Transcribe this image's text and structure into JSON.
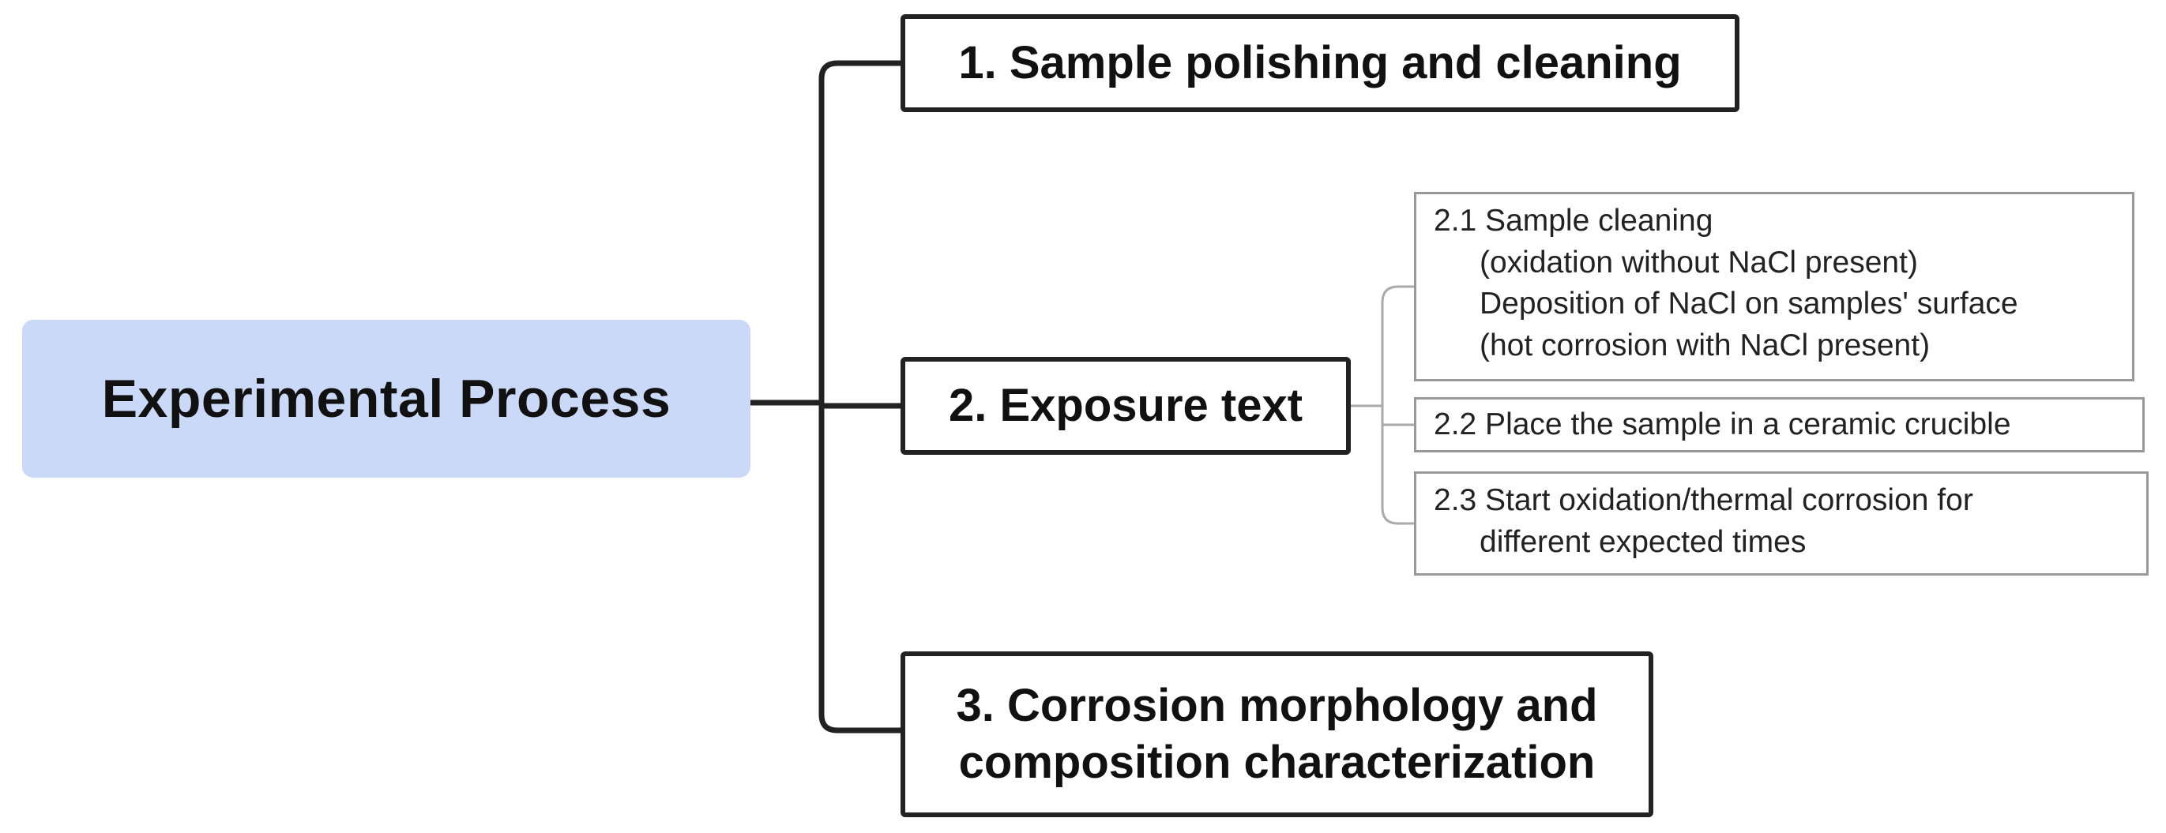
{
  "root": {
    "label": "Experimental Process"
  },
  "steps": [
    {
      "label": "1. Sample polishing and cleaning"
    },
    {
      "label": "2. Exposure text"
    },
    {
      "label_line1": "3. Corrosion morphology and",
      "label_line2": "composition characterization"
    }
  ],
  "substeps": [
    {
      "lines": [
        "2.1 Sample cleaning",
        "(oxidation without NaCl present)",
        "Deposition of NaCl on samples' surface",
        "(hot corrosion with NaCl present)"
      ]
    },
    {
      "lines": [
        "2.2 Place the sample in a ceramic crucible"
      ]
    },
    {
      "lines": [
        "2.3 Start oxidation/thermal corrosion for",
        "different expected times"
      ]
    }
  ],
  "colors": {
    "root_fill": "#c9d9f7",
    "main_border": "#222222",
    "sub_border": "#999999"
  }
}
